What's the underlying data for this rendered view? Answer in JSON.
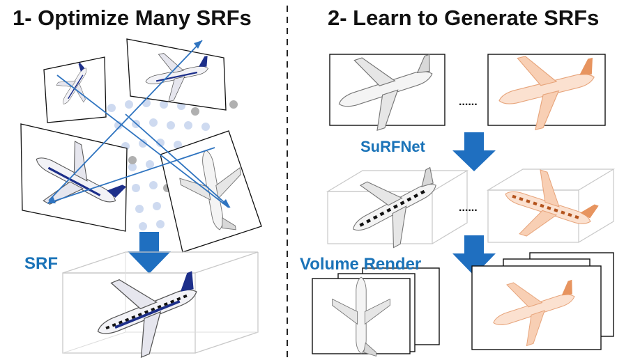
{
  "panel1": {
    "title": "1- Optimize Many SRFs",
    "srf_label": "SRF"
  },
  "panel2": {
    "title": "2- Learn to Generate SRFs",
    "surfnet_label": "SuRFNet",
    "volume_render_label": "Volume Render",
    "ellipsis": "......"
  },
  "colors": {
    "accent_blue": "#1a73b8",
    "ray_blue": "#2f74c0",
    "orange": "#e08a55",
    "divider": "#222222"
  },
  "icons": [
    "airplane-icon",
    "down-arrow-icon"
  ]
}
